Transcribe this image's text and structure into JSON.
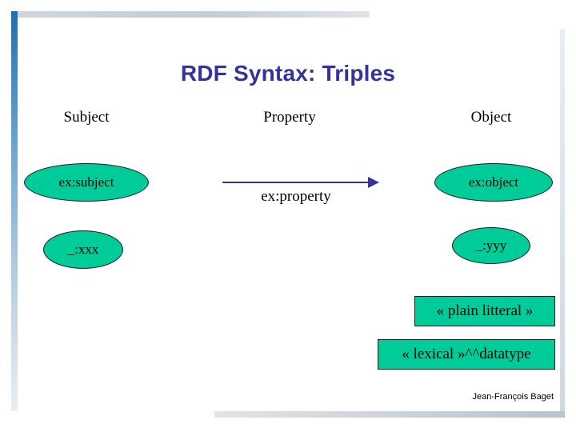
{
  "slide": {
    "title": "RDF Syntax: Triples",
    "footer": "Jean-François Baget",
    "columns": {
      "subject": "Subject",
      "property": "Property",
      "object": "Object"
    },
    "nodes": {
      "subject": "ex:subject",
      "object": "ex:object",
      "blank_subject": "_:xxx",
      "blank_object": "_:yyy"
    },
    "arc": {
      "label": "ex:property"
    },
    "literals": {
      "plain": "« plain litteral »",
      "typed": "« lexical »^^datatype"
    },
    "colors": {
      "title": "#333399",
      "node_fill": "#00cc99",
      "arc": "#333399"
    }
  }
}
